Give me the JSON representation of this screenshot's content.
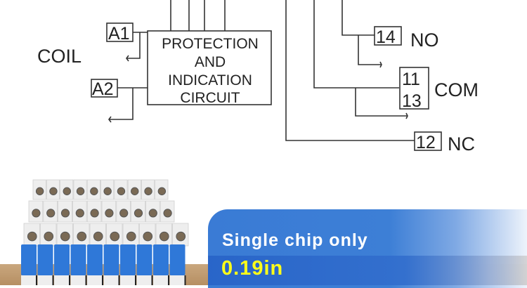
{
  "diagram": {
    "coil_label": "COIL",
    "terminal_a1": "A1",
    "terminal_a2": "A2",
    "box_lines": [
      "PROTECTION",
      "AND",
      "INDICATION",
      "CIRCUIT"
    ],
    "terminal_14": "14",
    "label_no": "NO",
    "terminal_11": "11",
    "terminal_13": "13",
    "label_com": "COM",
    "terminal_12": "12",
    "label_nc": "NC"
  },
  "product": {
    "module_count": 10,
    "colors": {
      "blue_clip": "#2f78d8",
      "terminal_white": "#eeeeee",
      "rail": "#c09a6e"
    }
  },
  "banner": {
    "title": "Single chip only",
    "value": "0.19in",
    "colors": {
      "background": "#3a7bd5",
      "title": "#ffffff",
      "value": "#ffff1a"
    }
  }
}
